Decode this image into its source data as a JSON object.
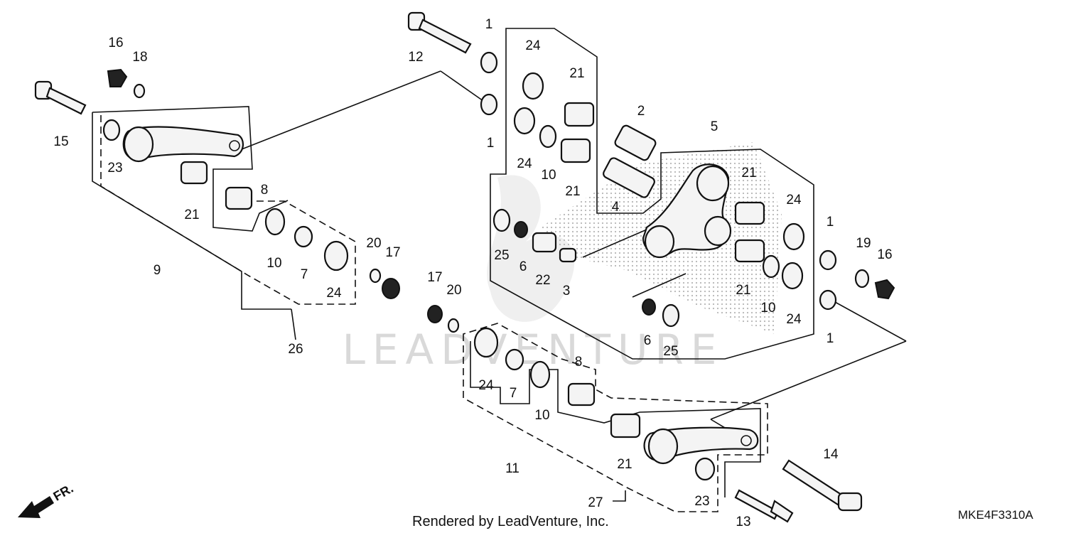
{
  "diagram": {
    "watermark": "LEADVENTURE",
    "footer_credit": "Rendered by LeadVenture, Inc.",
    "part_code": "MKE4F3310A",
    "direction_label": "FR.",
    "callouts": {
      "c1a": "1",
      "c1b": "1",
      "c1c": "1",
      "c1d": "1",
      "c2": "2",
      "c3": "3",
      "c4": "4",
      "c5": "5",
      "c6a": "6",
      "c6b": "6",
      "c7a": "7",
      "c7b": "7",
      "c8a": "8",
      "c8b": "8",
      "c9": "9",
      "c10a": "10",
      "c10b": "10",
      "c10c": "10",
      "c10d": "10",
      "c11": "11",
      "c12": "12",
      "c13": "13",
      "c14": "14",
      "c15": "15",
      "c16a": "16",
      "c16b": "16",
      "c17a": "17",
      "c17b": "17",
      "c18": "18",
      "c19": "19",
      "c20a": "20",
      "c20b": "20",
      "c21a": "21",
      "c21b": "21",
      "c21c": "21",
      "c21d": "21",
      "c21e": "21",
      "c21f": "21",
      "c22": "22",
      "c23a": "23",
      "c23b": "23",
      "c24a": "24",
      "c24b": "24",
      "c24c": "24",
      "c24d": "24",
      "c24e": "24",
      "c24f": "24",
      "c25a": "25",
      "c25b": "25",
      "c26": "26",
      "c27": "27"
    }
  }
}
